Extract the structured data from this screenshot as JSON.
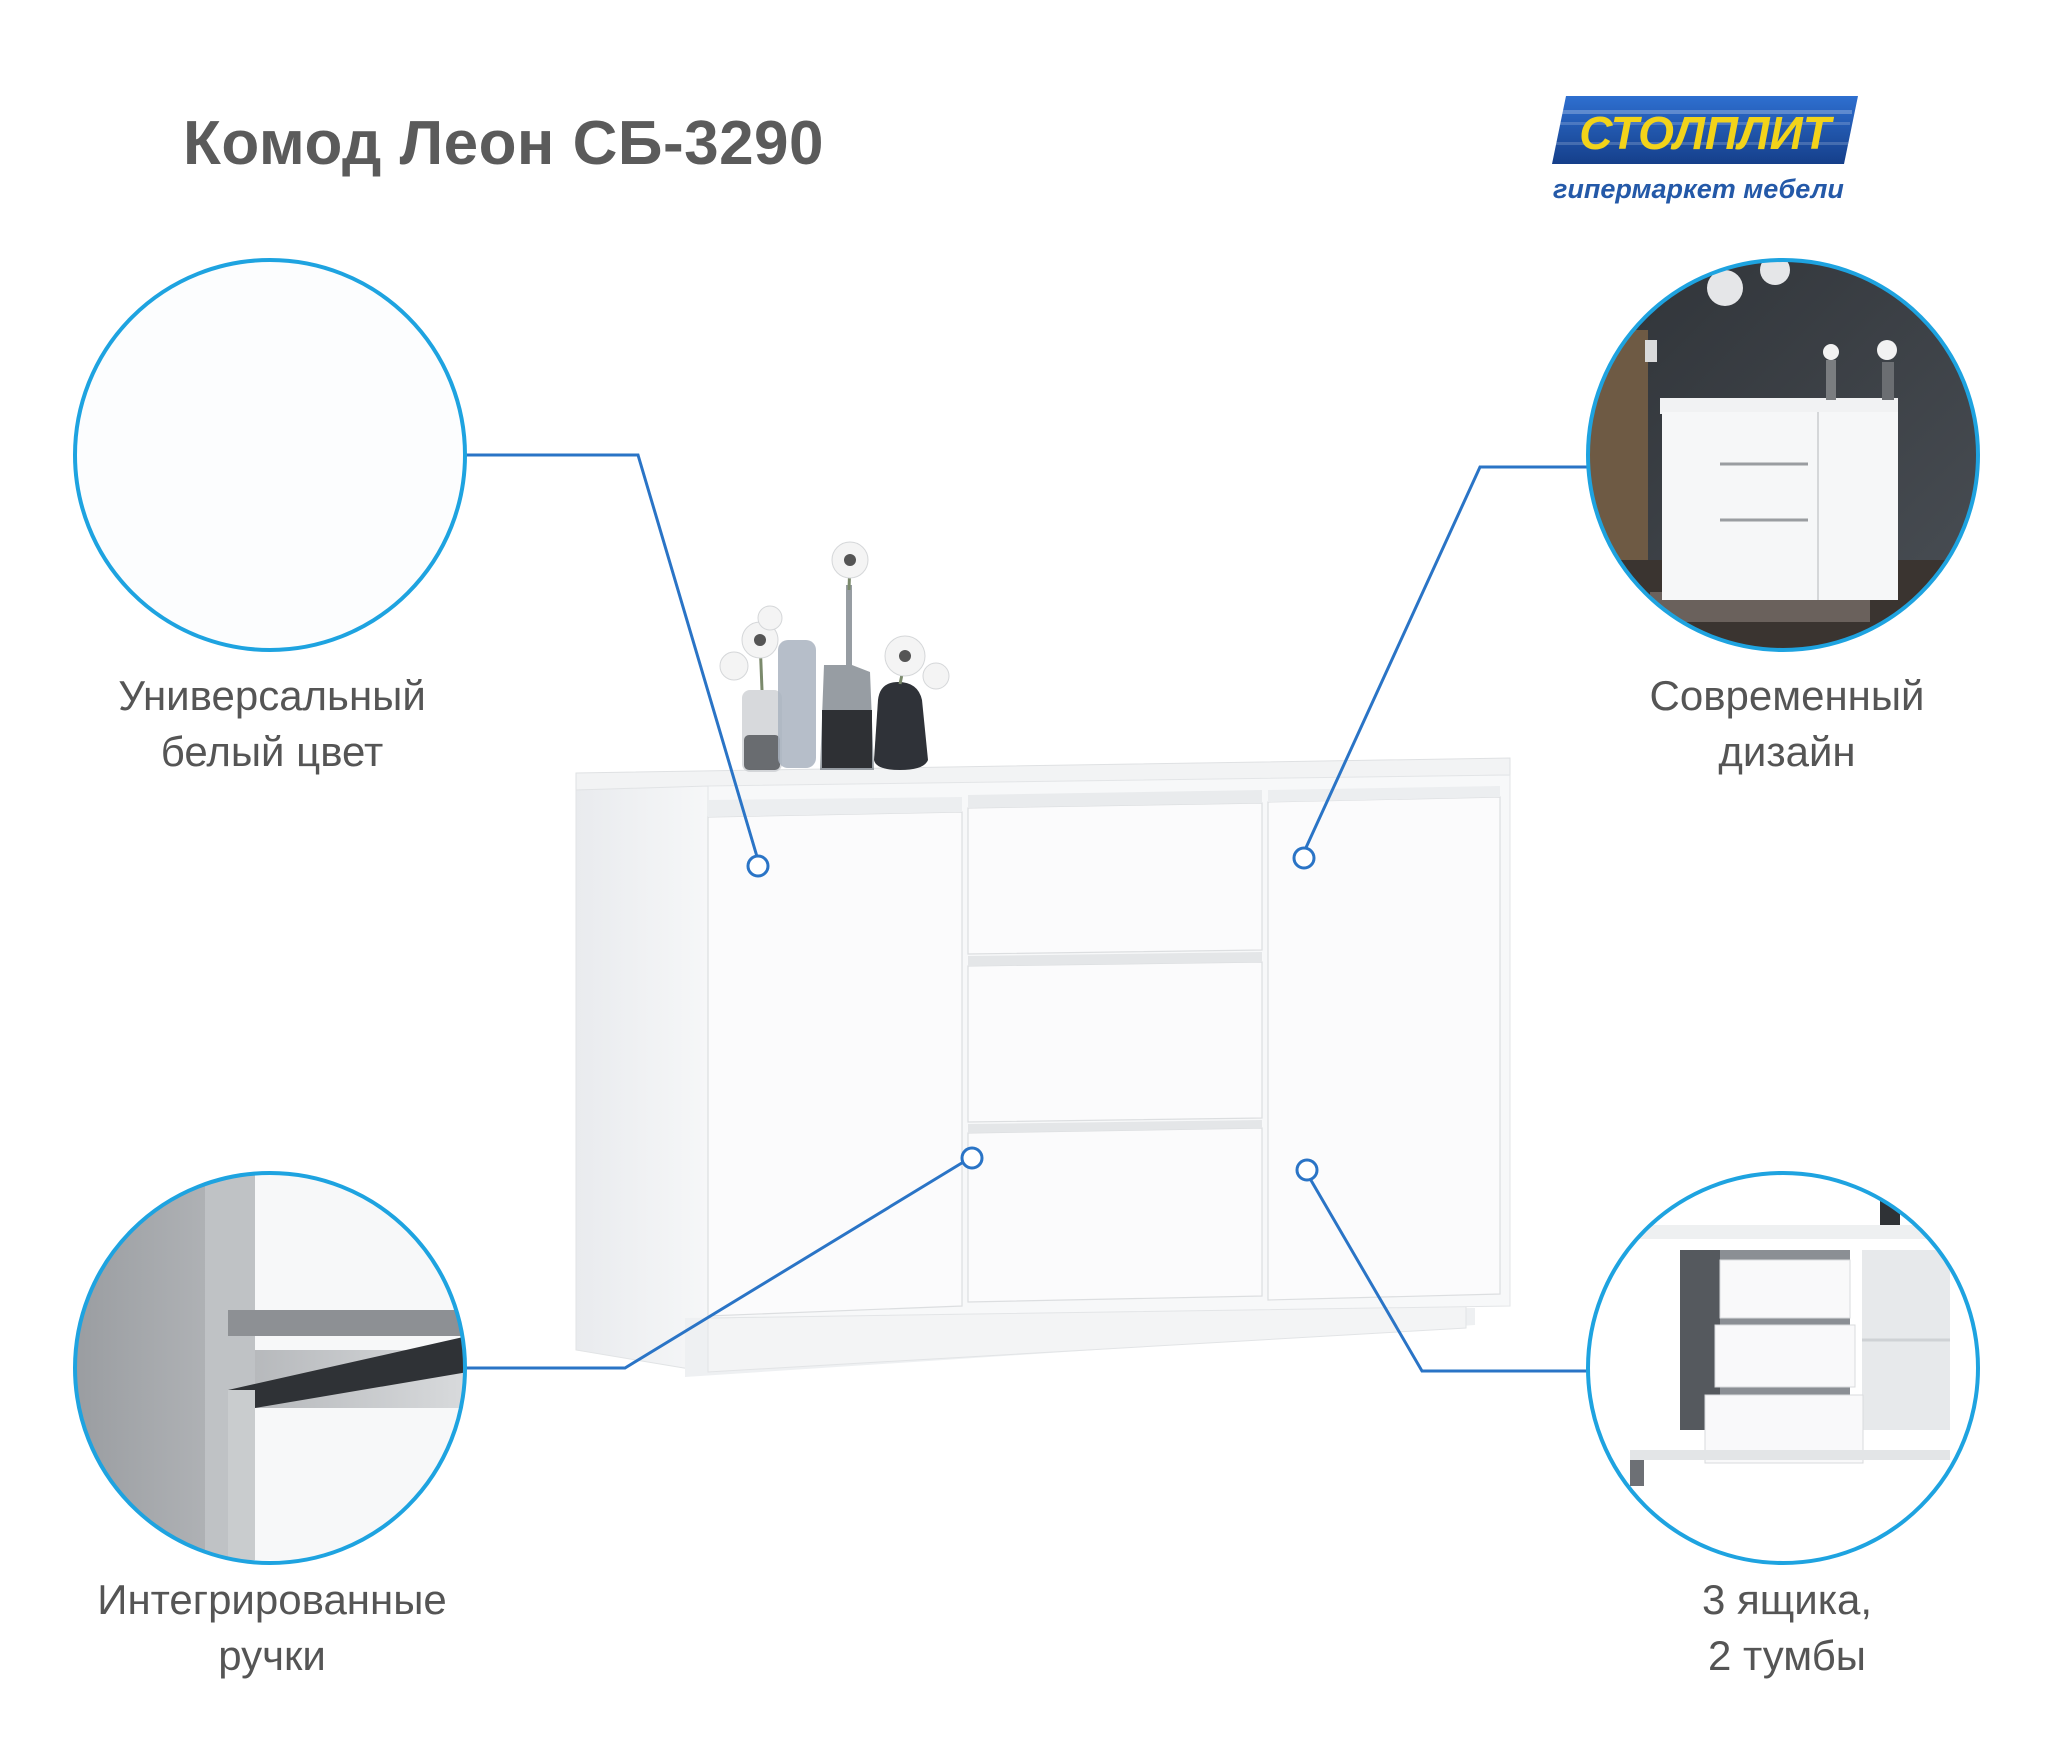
{
  "title": "Комод Леон СБ-3290",
  "brand": {
    "name": "СТОЛПЛИТ",
    "tagline": "гипермаркет мебели",
    "color": "#1f58b4",
    "accent": "#f2d31a"
  },
  "features": {
    "top_left": {
      "line1": "Универсальный",
      "line2": "белый цвет"
    },
    "top_right": {
      "line1": "Современный",
      "line2": "дизайн"
    },
    "bottom_left": {
      "line1": "Интегрированные",
      "line2": "ручки"
    },
    "bottom_right": {
      "line1": "3 ящика,",
      "line2": "2 тумбы"
    }
  },
  "colors": {
    "callout_line": "#2a74c6",
    "circle_ring": "#1ea3e0",
    "text": "#555555"
  }
}
